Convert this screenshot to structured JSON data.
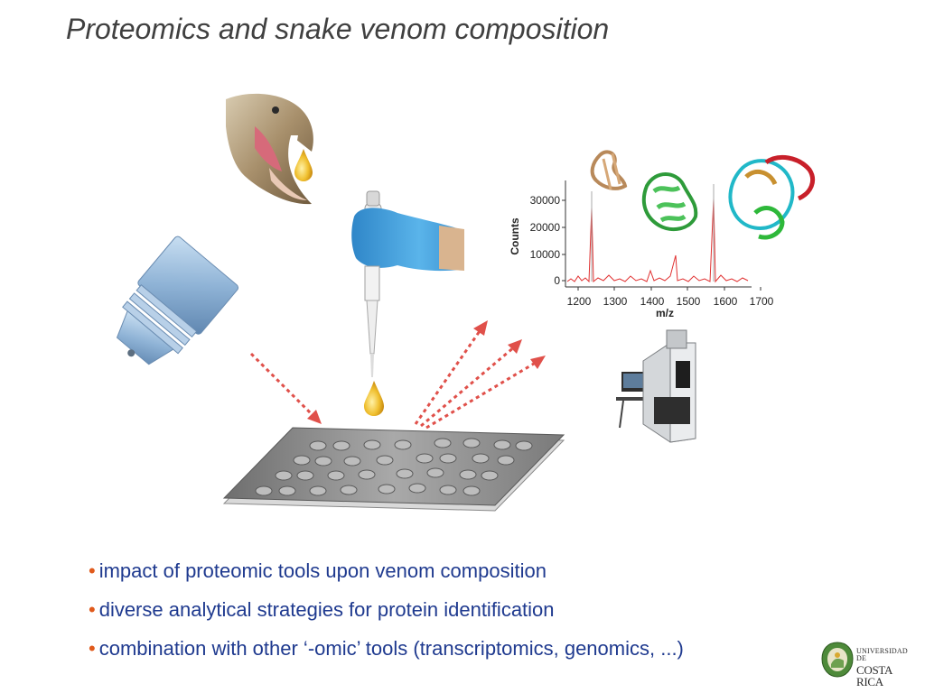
{
  "slide": {
    "title": "Proteomics and snake venom composition",
    "bullets": [
      "impact of proteomic tools upon venom composition",
      "diverse analytical strategies for protein identification",
      "combination with other ‘-omic’ tools (transcriptomics, genomics, ...)"
    ],
    "bullet_glyph": "•"
  },
  "spectrum": {
    "ylabel": "Counts",
    "xlabel": "m/z",
    "y_ticks": [
      "30000",
      "20000",
      "10000",
      "0"
    ],
    "x_ticks": [
      "1200",
      "1300",
      "1400",
      "1500",
      "1600",
      "1700"
    ]
  },
  "logo": {
    "line1": "UNIVERSIDAD DE",
    "line2": "COSTA RICA"
  },
  "colors": {
    "title": "#404040",
    "bullet_text": "#1f3a8f",
    "bullet_dot": "#e05a1c",
    "arrow": "#e0504a",
    "spectrum_line": "#e03030",
    "venom_drop": "#e8b020",
    "glove": "#4aa3dc"
  },
  "icons": [
    "snake-head-icon",
    "venom-drop-icon",
    "pipette-icon",
    "laser-icon",
    "maldi-plate-icon",
    "mass-spectrum-icon",
    "protein-structure-icon",
    "mass-spectrometer-icon",
    "university-logo-icon"
  ]
}
